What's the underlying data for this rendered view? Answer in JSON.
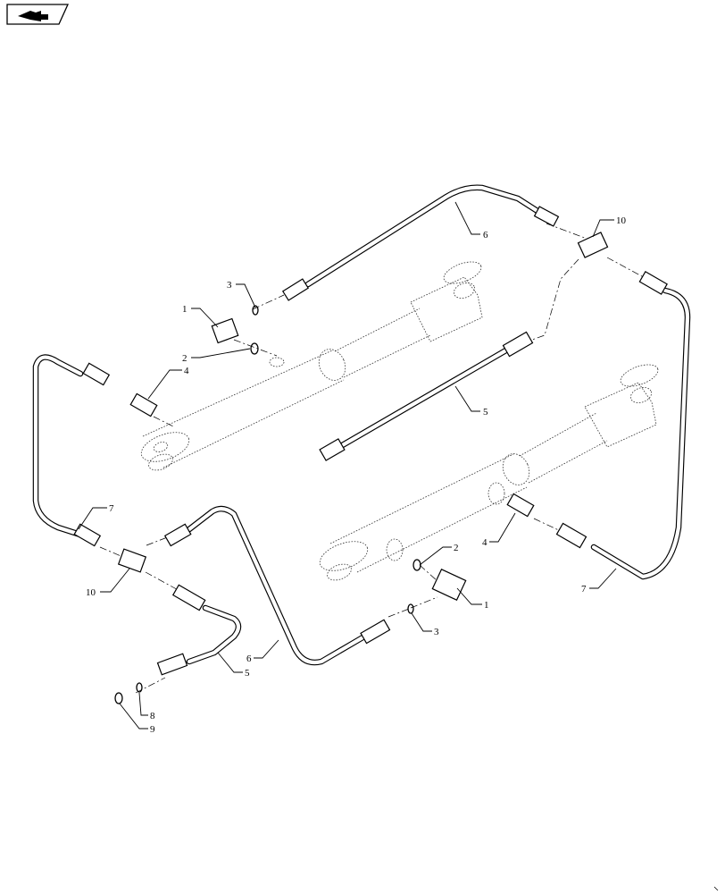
{
  "callouts": [
    {
      "id": "c1a",
      "text": "1"
    },
    {
      "id": "c2a",
      "text": "2"
    },
    {
      "id": "c3a",
      "text": "3"
    },
    {
      "id": "c4a",
      "text": "4"
    },
    {
      "id": "c6a",
      "text": "6"
    },
    {
      "id": "c10a",
      "text": "10"
    },
    {
      "id": "c5a",
      "text": "5"
    },
    {
      "id": "c7a",
      "text": "7"
    },
    {
      "id": "c10b",
      "text": "10"
    },
    {
      "id": "c4b",
      "text": "4"
    },
    {
      "id": "c2b",
      "text": "2"
    },
    {
      "id": "c1b",
      "text": "1"
    },
    {
      "id": "c3b",
      "text": "3"
    },
    {
      "id": "c7b",
      "text": "7"
    },
    {
      "id": "c6b",
      "text": "6"
    },
    {
      "id": "c5b",
      "text": "5"
    },
    {
      "id": "c8",
      "text": "8"
    },
    {
      "id": "c9",
      "text": "9"
    }
  ],
  "icons": {
    "corner": "book-page-arrow-icon"
  }
}
